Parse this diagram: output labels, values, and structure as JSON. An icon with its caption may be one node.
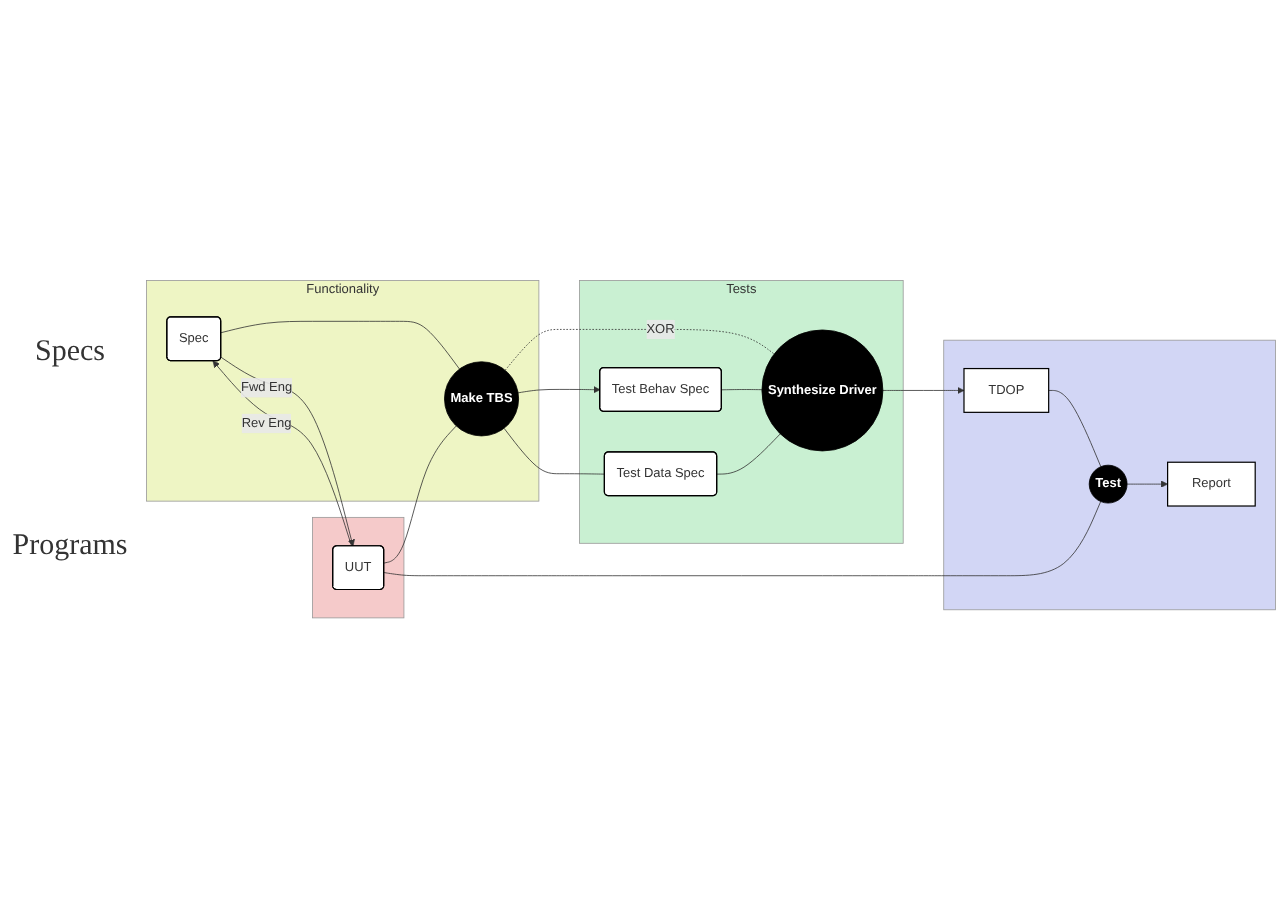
{
  "diagram": {
    "nodes": [
      {
        "text": [
          "Functionality"
        ]
      },
      {
        "text": [
          "Tests"
        ]
      },
      {
        "text": [],
        "shape": "box"
      },
      {
        "text": [],
        "shape": "box"
      },
      {
        "text": [
          "Spec"
        ],
        "in": 0
      },
      {
        "text": [
          "Make TBS"
        ],
        "in": 0
      },
      {
        "text": [
          "Test Behav Spec"
        ],
        "in": 1
      },
      {
        "text": [
          "Test Data Spec"
        ],
        "in": 1
      },
      {
        "text": [
          "Synthesize Driver"
        ],
        "in": 1
      },
      {
        "text": [
          "UUT"
        ],
        "in": 2
      },
      {
        "text": [
          "TDOP"
        ],
        "in": 3
      },
      {
        "text": [
          "Test"
        ],
        "in": 3
      },
      {
        "text": [
          "Report"
        ],
        "in": 3
      }
    ],
    "edges": [
      {
        "from": 4,
        "to": 9,
        "arrow": "to",
        "label": "Fwd Eng"
      },
      {
        "from": 9,
        "to": 4,
        "arrow": "to",
        "label": "Rev Eng"
      },
      {
        "from": 4,
        "to": 5,
        "arrow": "none"
      },
      {
        "from": 9,
        "to": 5,
        "arrow": "none"
      },
      {
        "from": 5,
        "to": 6,
        "arrow": "to"
      },
      {
        "from": 5,
        "to": 7,
        "arrow": "none"
      },
      {
        "from": 5,
        "to": 8,
        "arrow": "none",
        "style": "dashed",
        "label": "XOR"
      },
      {
        "from": 6,
        "to": 8,
        "arrow": "none"
      },
      {
        "from": 7,
        "to": 8,
        "arrow": "none"
      },
      {
        "from": 8,
        "to": 10,
        "arrow": "to"
      },
      {
        "from": 10,
        "to": 11,
        "arrow": "none"
      },
      {
        "from": 9,
        "to": 11,
        "arrow": "none"
      },
      {
        "from": 11,
        "to": 12,
        "arrow": "to"
      }
    ],
    "labels": [
      "Specs",
      "Programs"
    ]
  }
}
